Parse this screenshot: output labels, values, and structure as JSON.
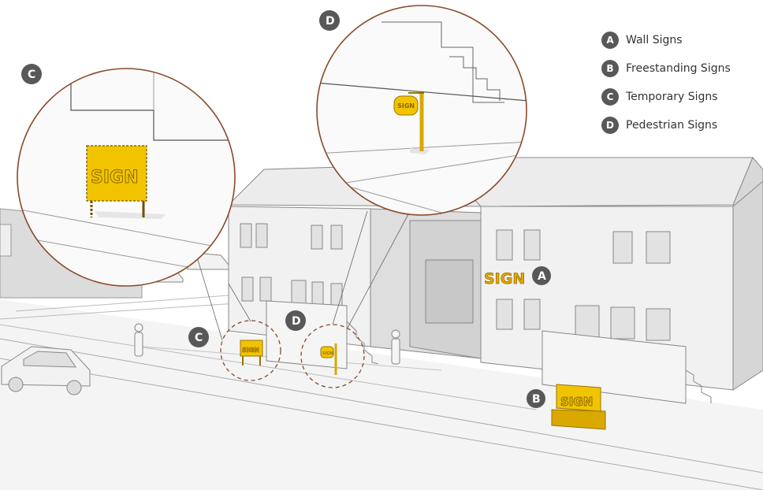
{
  "legend": [
    {
      "letter": "A",
      "label": "Wall Signs"
    },
    {
      "letter": "B",
      "label": "Freestanding Signs"
    },
    {
      "letter": "C",
      "label": "Temporary Signs"
    },
    {
      "letter": "D",
      "label": "Pedestrian Signs"
    }
  ],
  "signs": {
    "wall_text": "SIGN",
    "freestanding_text": "SIGN",
    "temporary_text": "SIGN",
    "temporary_small_text": "SIGN",
    "pedestrian_text": "SIGN",
    "pedestrian_small_text": "SIGN"
  },
  "callouts": {
    "wall_a": "A",
    "freestanding_b": "B",
    "temporary_c_zoom": "C",
    "temporary_c_small": "C",
    "pedestrian_d_zoom": "D",
    "pedestrian_d_small": "D"
  },
  "colors": {
    "sign_yellow": "#f2c400",
    "badge_gray": "#585858",
    "zoom_ring": "#8a4a2a"
  }
}
